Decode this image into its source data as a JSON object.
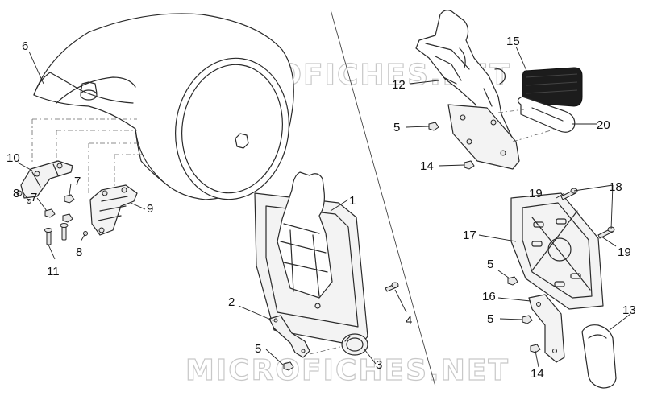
{
  "watermark": {
    "text": "MICROFICHES.NET"
  },
  "callouts": [
    {
      "id": "c6a",
      "label": "6"
    },
    {
      "id": "c10",
      "label": "10"
    },
    {
      "id": "c7a",
      "label": "7"
    },
    {
      "id": "c7b",
      "label": "7"
    },
    {
      "id": "c8a",
      "label": "8"
    },
    {
      "id": "c8b",
      "label": "8"
    },
    {
      "id": "c9",
      "label": "9"
    },
    {
      "id": "c11",
      "label": "11"
    },
    {
      "id": "c1",
      "label": "1"
    },
    {
      "id": "c2",
      "label": "2"
    },
    {
      "id": "c3",
      "label": "3"
    },
    {
      "id": "c4",
      "label": "4"
    },
    {
      "id": "c5a",
      "label": "5"
    },
    {
      "id": "c15",
      "label": "15"
    },
    {
      "id": "c12",
      "label": "12"
    },
    {
      "id": "c5b",
      "label": "5"
    },
    {
      "id": "c20",
      "label": "20"
    },
    {
      "id": "c14a",
      "label": "14"
    },
    {
      "id": "c18",
      "label": "18"
    },
    {
      "id": "c19a",
      "label": "19"
    },
    {
      "id": "c17",
      "label": "17"
    },
    {
      "id": "c19b",
      "label": "19"
    },
    {
      "id": "c5c",
      "label": "5"
    },
    {
      "id": "c16",
      "label": "16"
    },
    {
      "id": "c13",
      "label": "13"
    },
    {
      "id": "c5d",
      "label": "5"
    },
    {
      "id": "c14b",
      "label": "14"
    }
  ]
}
